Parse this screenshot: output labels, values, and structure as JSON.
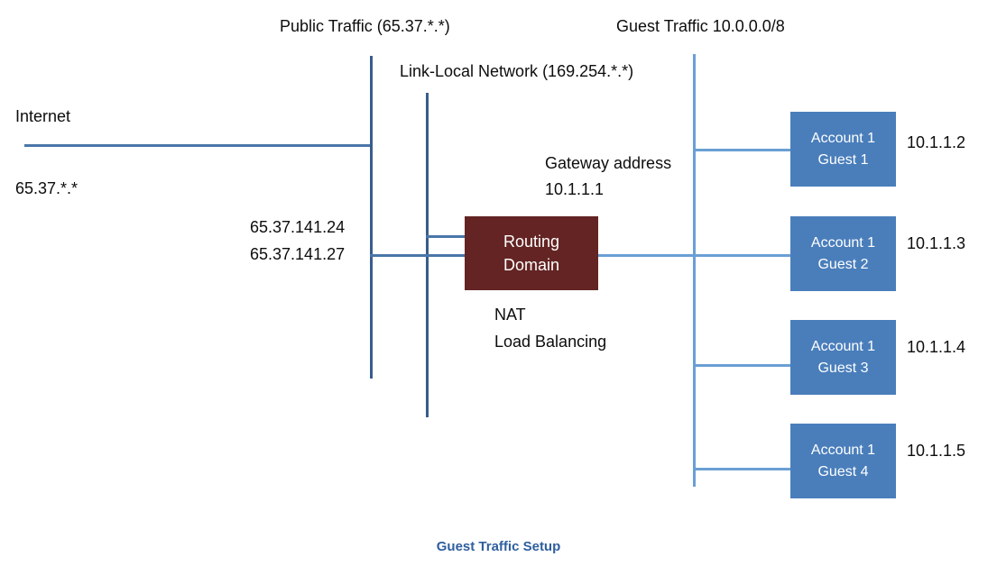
{
  "diagram": {
    "caption": "Guest Traffic Setup",
    "colors": {
      "guest_box": "#4A7EBB",
      "routing_domain_box": "#632423",
      "trunk_line": "#385D8A",
      "guest_line": "#6A9FD4",
      "caption_text": "#2E5F9E"
    },
    "networks": {
      "public_traffic_label": "Public Traffic (65.37.*.*)",
      "link_local_label": "Link-Local Network (169.254.*.*)",
      "guest_traffic_label": "Guest Traffic 10.0.0.0/8"
    },
    "internet": {
      "label": "Internet",
      "address": "65.37.*.*"
    },
    "public_ips": [
      "65.37.141.24",
      "65.37.141.27"
    ],
    "routing_domain": {
      "line1": "Routing",
      "line2": "Domain",
      "functions": [
        "NAT",
        "Load Balancing"
      ]
    },
    "gateway": {
      "label": "Gateway address",
      "address": "10.1.1.1"
    },
    "guests": [
      {
        "account": "Account 1",
        "guest": "Guest 1",
        "ip": "10.1.1.2"
      },
      {
        "account": "Account 1",
        "guest": "Guest 2",
        "ip": "10.1.1.3"
      },
      {
        "account": "Account 1",
        "guest": "Guest 3",
        "ip": "10.1.1.4"
      },
      {
        "account": "Account 1",
        "guest": "Guest 4",
        "ip": "10.1.1.5"
      }
    ]
  }
}
